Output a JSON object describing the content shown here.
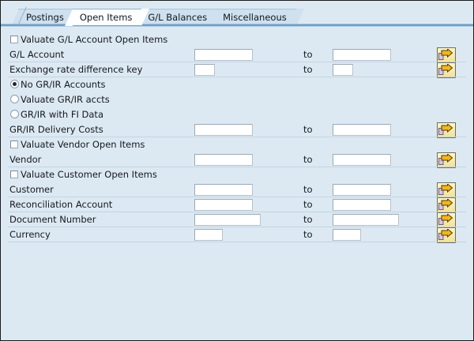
{
  "window": {
    "background_color": "#dde9f2",
    "border_color": "#1a1a1a"
  },
  "tabstrip": {
    "active_tab": "Open Items",
    "tabs": [
      {
        "label": "Postings",
        "active": false
      },
      {
        "label": "Open Items",
        "active": true
      },
      {
        "label": "G/L Balances",
        "active": false
      },
      {
        "label": "Miscellaneous",
        "active": false
      }
    ]
  },
  "form": {
    "to_label": "to",
    "sections": [
      {
        "checkbox": {
          "label": "Valuate G/L Account Open Items",
          "checked": false
        },
        "rows": [
          {
            "label": "G/L Account",
            "from_value": "",
            "from_width": 74,
            "to_value": "",
            "to_width": 74,
            "has_multi_select": true
          },
          {
            "label": "Exchange rate difference key",
            "from_value": "",
            "from_width": 26,
            "to_value": "",
            "to_width": 26,
            "has_multi_select": true
          }
        ]
      },
      {
        "radios": [
          {
            "label": "No GR/IR Accounts",
            "selected": true
          },
          {
            "label": "Valuate GR/IR accts",
            "selected": false
          },
          {
            "label": "GR/IR with FI Data",
            "selected": false
          }
        ],
        "rows": [
          {
            "label": "GR/IR Delivery Costs",
            "from_value": "",
            "from_width": 74,
            "to_value": "",
            "to_width": 74,
            "has_multi_select": true
          }
        ]
      },
      {
        "checkbox": {
          "label": "Valuate Vendor Open Items",
          "checked": false
        },
        "rows": [
          {
            "label": "Vendor",
            "from_value": "",
            "from_width": 74,
            "to_value": "",
            "to_width": 74,
            "has_multi_select": true
          }
        ]
      },
      {
        "checkbox": {
          "label": "Valuate Customer Open Items",
          "checked": false
        },
        "rows": [
          {
            "label": "Customer",
            "from_value": "",
            "from_width": 74,
            "to_value": "",
            "to_width": 74,
            "has_multi_select": true
          },
          {
            "label": "Reconciliation Account",
            "from_value": "",
            "from_width": 74,
            "to_value": "",
            "to_width": 74,
            "has_multi_select": true
          },
          {
            "label": "Document Number",
            "from_value": "",
            "from_width": 84,
            "to_value": "",
            "to_width": 84,
            "has_multi_select": true
          },
          {
            "label": "Currency",
            "from_value": "",
            "from_width": 36,
            "to_value": "",
            "to_width": 36,
            "has_multi_select": true
          }
        ]
      }
    ],
    "multi_select_icon": "arrow-right-selection-icon"
  }
}
